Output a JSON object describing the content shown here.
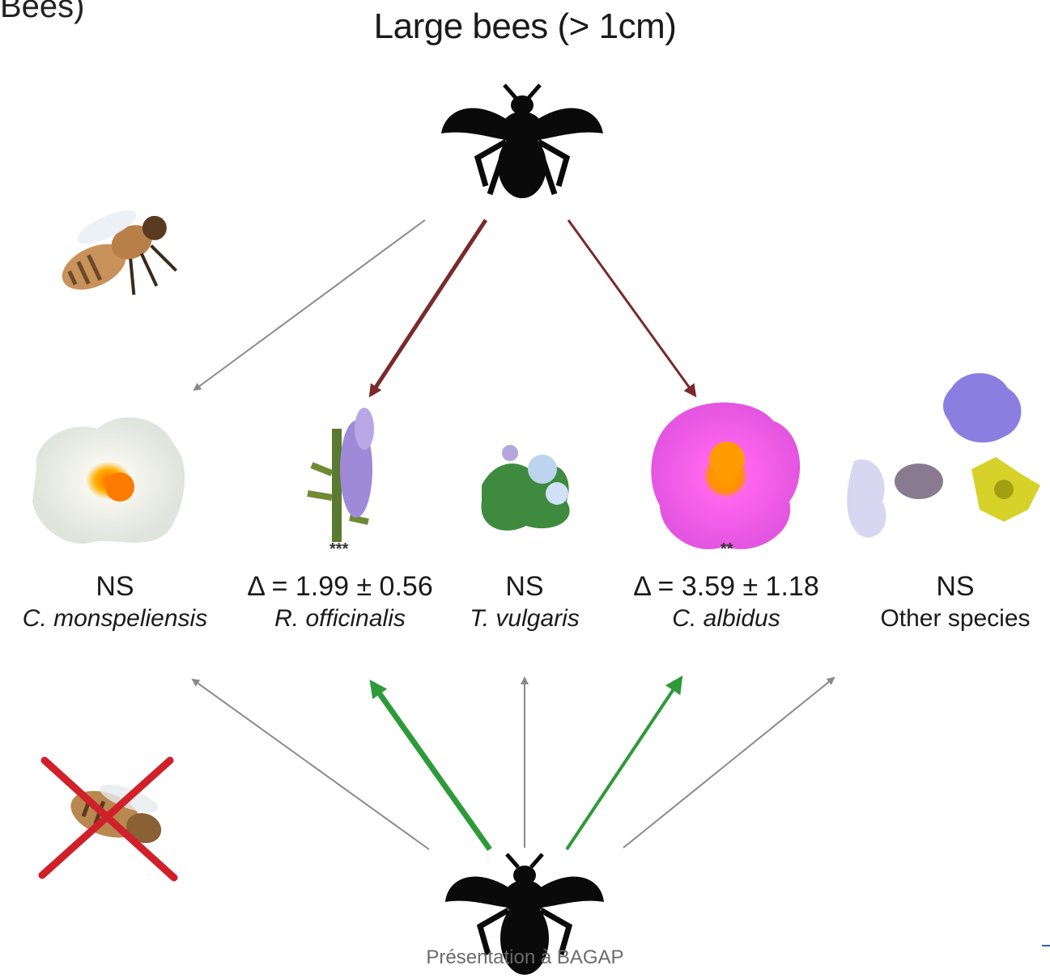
{
  "top_corner_text": "Bees)",
  "title": "Large bees (> 1cm)",
  "plants": [
    {
      "stat": "NS",
      "name": "C. monspeliensis",
      "sig": ""
    },
    {
      "stat": "Δ = 1.99 ± 0.56",
      "name": "R. officinalis",
      "sig": "***"
    },
    {
      "stat": "NS",
      "name": "T. vulgaris",
      "sig": ""
    },
    {
      "stat": "Δ = 3.59 ± 1.18",
      "name": "C. albidus",
      "sig": "**"
    },
    {
      "stat": "NS",
      "name": "Other species",
      "sig": ""
    }
  ],
  "footer": "Présentation à BAGAP",
  "colors": {
    "arrow_grey": "#8a8a8a",
    "arrow_red": "#7a2a2a",
    "arrow_green": "#2e9a3a",
    "cross_red": "#d0202a",
    "bee_black": "#0a0a0a"
  }
}
